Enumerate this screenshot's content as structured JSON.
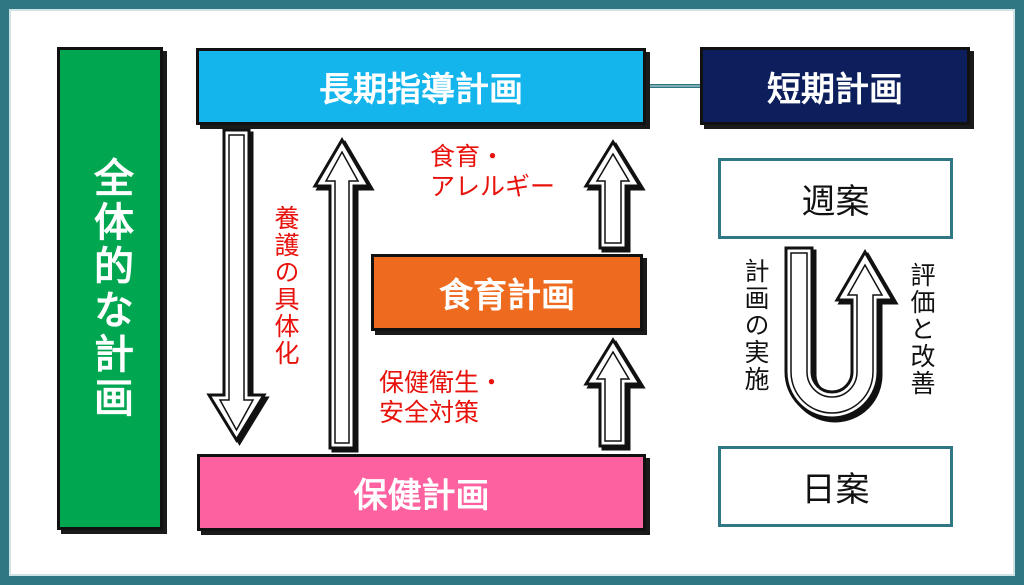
{
  "overall_plan": "全体的な計画",
  "long_term_plan": "長期指導計画",
  "short_term_plan": "短期計画",
  "food_education_plan": "食育計画",
  "health_plan": "保健計画",
  "weekly_plan": "週案",
  "daily_plan": "日案",
  "labels": {
    "nursing": "養護の具体化",
    "food_allergy_line1": "食育・",
    "food_allergy_line2": "アレルギー",
    "health_safety_line1": "保健衛生・",
    "health_safety_line2": "安全対策",
    "implementation": "計画の実施",
    "evaluation": "評価と改善"
  }
}
